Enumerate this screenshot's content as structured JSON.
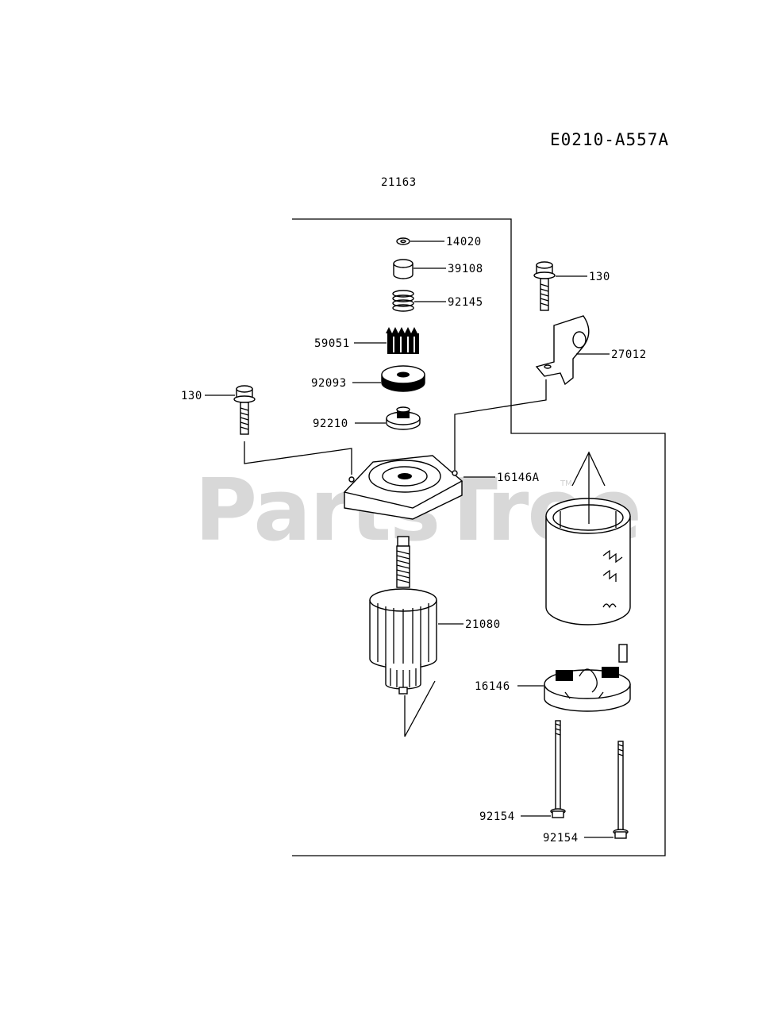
{
  "diagram_code": "E0210-A557A",
  "assembly_ref": "21163",
  "watermark": {
    "text": "PartsTree",
    "tm": "TM"
  },
  "parts": [
    {
      "id": "p14020",
      "label": "14020"
    },
    {
      "id": "p39108",
      "label": "39108"
    },
    {
      "id": "p92145",
      "label": "92145"
    },
    {
      "id": "p59051",
      "label": "59051"
    },
    {
      "id": "p92093",
      "label": "92093"
    },
    {
      "id": "p92210",
      "label": "92210"
    },
    {
      "id": "p130a",
      "label": "130"
    },
    {
      "id": "p130b",
      "label": "130"
    },
    {
      "id": "p27012",
      "label": "27012"
    },
    {
      "id": "p16146A",
      "label": "16146A"
    },
    {
      "id": "p21080",
      "label": "21080"
    },
    {
      "id": "p16146",
      "label": "16146"
    },
    {
      "id": "p92154a",
      "label": "92154"
    },
    {
      "id": "p92154b",
      "label": "92154"
    }
  ]
}
